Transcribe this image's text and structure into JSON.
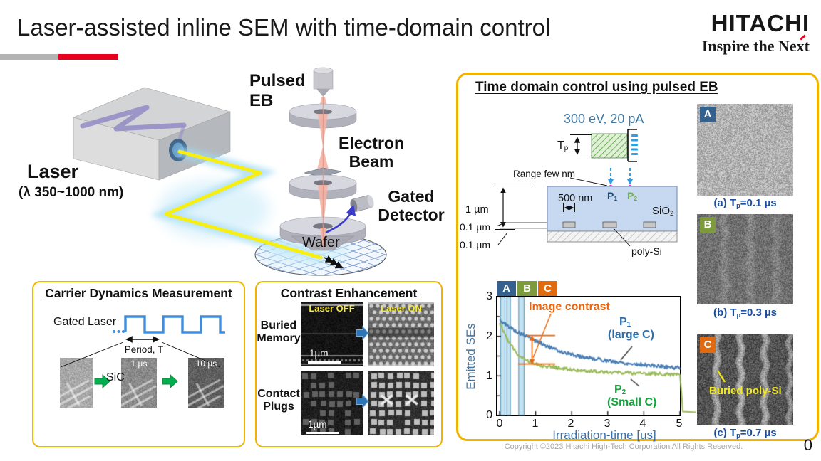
{
  "slide": {
    "title": "Laser-assisted inline SEM with time-domain control",
    "page_number": "0",
    "copyright": "Copyright ©2023 Hitachi High-Tech Corporation All Rights Reserved."
  },
  "logo": {
    "brand": "HITACHI",
    "tagline": "Inspire the Next"
  },
  "apparatus": {
    "pulsed_eb_line1": "Pulsed",
    "pulsed_eb_line2": "EB",
    "electron_beam_line1": "Electron",
    "electron_beam_line2": "Beam",
    "gated_detector_line1": "Gated",
    "gated_detector_line2": "Detector",
    "wafer": "Wafer",
    "laser": "Laser",
    "laser_wavelength": "(λ 350~1000 nm)"
  },
  "carrier_panel": {
    "title": "Carrier Dynamics Measurement",
    "gated_laser": "Gated Laser",
    "period": "Period, T",
    "material": "SiC",
    "image_labels": [
      "",
      "1 µs",
      "10 µs"
    ]
  },
  "contrast_panel": {
    "title": "Contrast Enhancement",
    "row1_label_line1": "Buried",
    "row1_label_line2": "Memory",
    "row2_label_line1": "Contact",
    "row2_label_line2": "Plugs",
    "laser_off": "Laser OFF",
    "laser_on": "Laser ON",
    "scale1": "1µm",
    "scale2": "1µm"
  },
  "time_panel": {
    "title": "Time domain control using pulsed EB",
    "beam_conditions": "300 eV, 20 pA",
    "tp_base": "T",
    "tp_sub": "p",
    "range_label": "Range few nm",
    "p1_base": "P",
    "p1_sub": "1",
    "p2_base": "P",
    "p2_sub": "2",
    "dim_500nm": "500 nm",
    "sio2_base": "SiO",
    "sio2_sub": "2",
    "poly_si": "poly-Si",
    "dim_1um": "1 µm",
    "dim_01um_top": "0.1 µm",
    "dim_01um_bottom": "0.1 µm",
    "buried_poly_si": "Buried poly-Si",
    "images": [
      {
        "badge": "A",
        "cap_pre": "(a) T",
        "cap_sub": "p",
        "cap_post": "=0.1 µs"
      },
      {
        "badge": "B",
        "cap_pre": "(b) T",
        "cap_sub": "p",
        "cap_post": "=0.3 µs"
      },
      {
        "badge": "C",
        "cap_pre": "(c) T",
        "cap_sub": "p",
        "cap_post": "=0.7 µs"
      }
    ]
  },
  "colors": {
    "panel_border": "#F2B200",
    "accent_red": "#E8001D",
    "bar_gray": "#B3B3B3",
    "laser_beam_yellow": "#F7EE12",
    "glow_blue": "#9FD9F2",
    "wave_blue": "#3E8EDD",
    "green_arrow": "#00B050",
    "blue_arrow": "#2E75B6",
    "p1_label_blue": "#2E6DA8",
    "p2_label_green": "#12A63B",
    "annotation_orange": "#E8650D",
    "caption_blue": "#1D4FA1",
    "beam_conditions_blue": "#4179A3",
    "p1_schematic": "#1F4E79",
    "p2_schematic": "#70AD47",
    "highlight_yellow": "#F0E820"
  },
  "chart_data": {
    "type": "line",
    "xlabel": "Irradiation-time [us]",
    "ylabel": "Emitted SEs",
    "xlim": [
      0,
      5
    ],
    "ylim": [
      0,
      3
    ],
    "xticks": [
      0,
      1,
      2,
      3,
      4,
      5
    ],
    "yticks": [
      0,
      1,
      2,
      3
    ],
    "grid": false,
    "x_step": 0.25,
    "series": [
      {
        "name": "P1 (large C)",
        "label_base": "P",
        "label_sub": "1",
        "label_line2": "(large C)",
        "color": "#4a7fb5",
        "values": [
          2.4,
          2.25,
          2.1,
          2.0,
          1.88,
          1.78,
          1.68,
          1.6,
          1.54,
          1.49,
          1.45,
          1.42,
          1.38,
          1.35,
          1.32,
          1.3,
          1.28,
          1.26,
          1.24,
          1.22,
          1.2
        ]
      },
      {
        "name": "P2 (Small C)",
        "label_base": "P",
        "label_sub": "2",
        "label_line2": "(Small C)",
        "color": "#9cbb5e",
        "values": [
          2.35,
          1.85,
          1.55,
          1.4,
          1.3,
          1.25,
          1.22,
          1.18,
          1.16,
          1.14,
          1.12,
          1.11,
          1.1,
          1.09,
          1.08,
          1.07,
          1.06,
          1.05,
          1.05,
          1.04,
          1.03
        ]
      }
    ],
    "overflow_drop_x": 5.05,
    "annotation": {
      "label": "Image contrast",
      "color": "#e8650d",
      "arrow_x": 0.9,
      "arrow_y1": 1.3,
      "arrow_y2": 2.02
    },
    "bands": [
      {
        "label": "A",
        "x0": 0.03,
        "x1": 0.15,
        "color": "#35618f"
      },
      {
        "label": "B",
        "x0": 0.2,
        "x1": 0.3,
        "color": "#7d9b3c"
      },
      {
        "label": "C",
        "x0": 0.53,
        "x1": 0.68,
        "color": "#e06a10"
      }
    ]
  }
}
